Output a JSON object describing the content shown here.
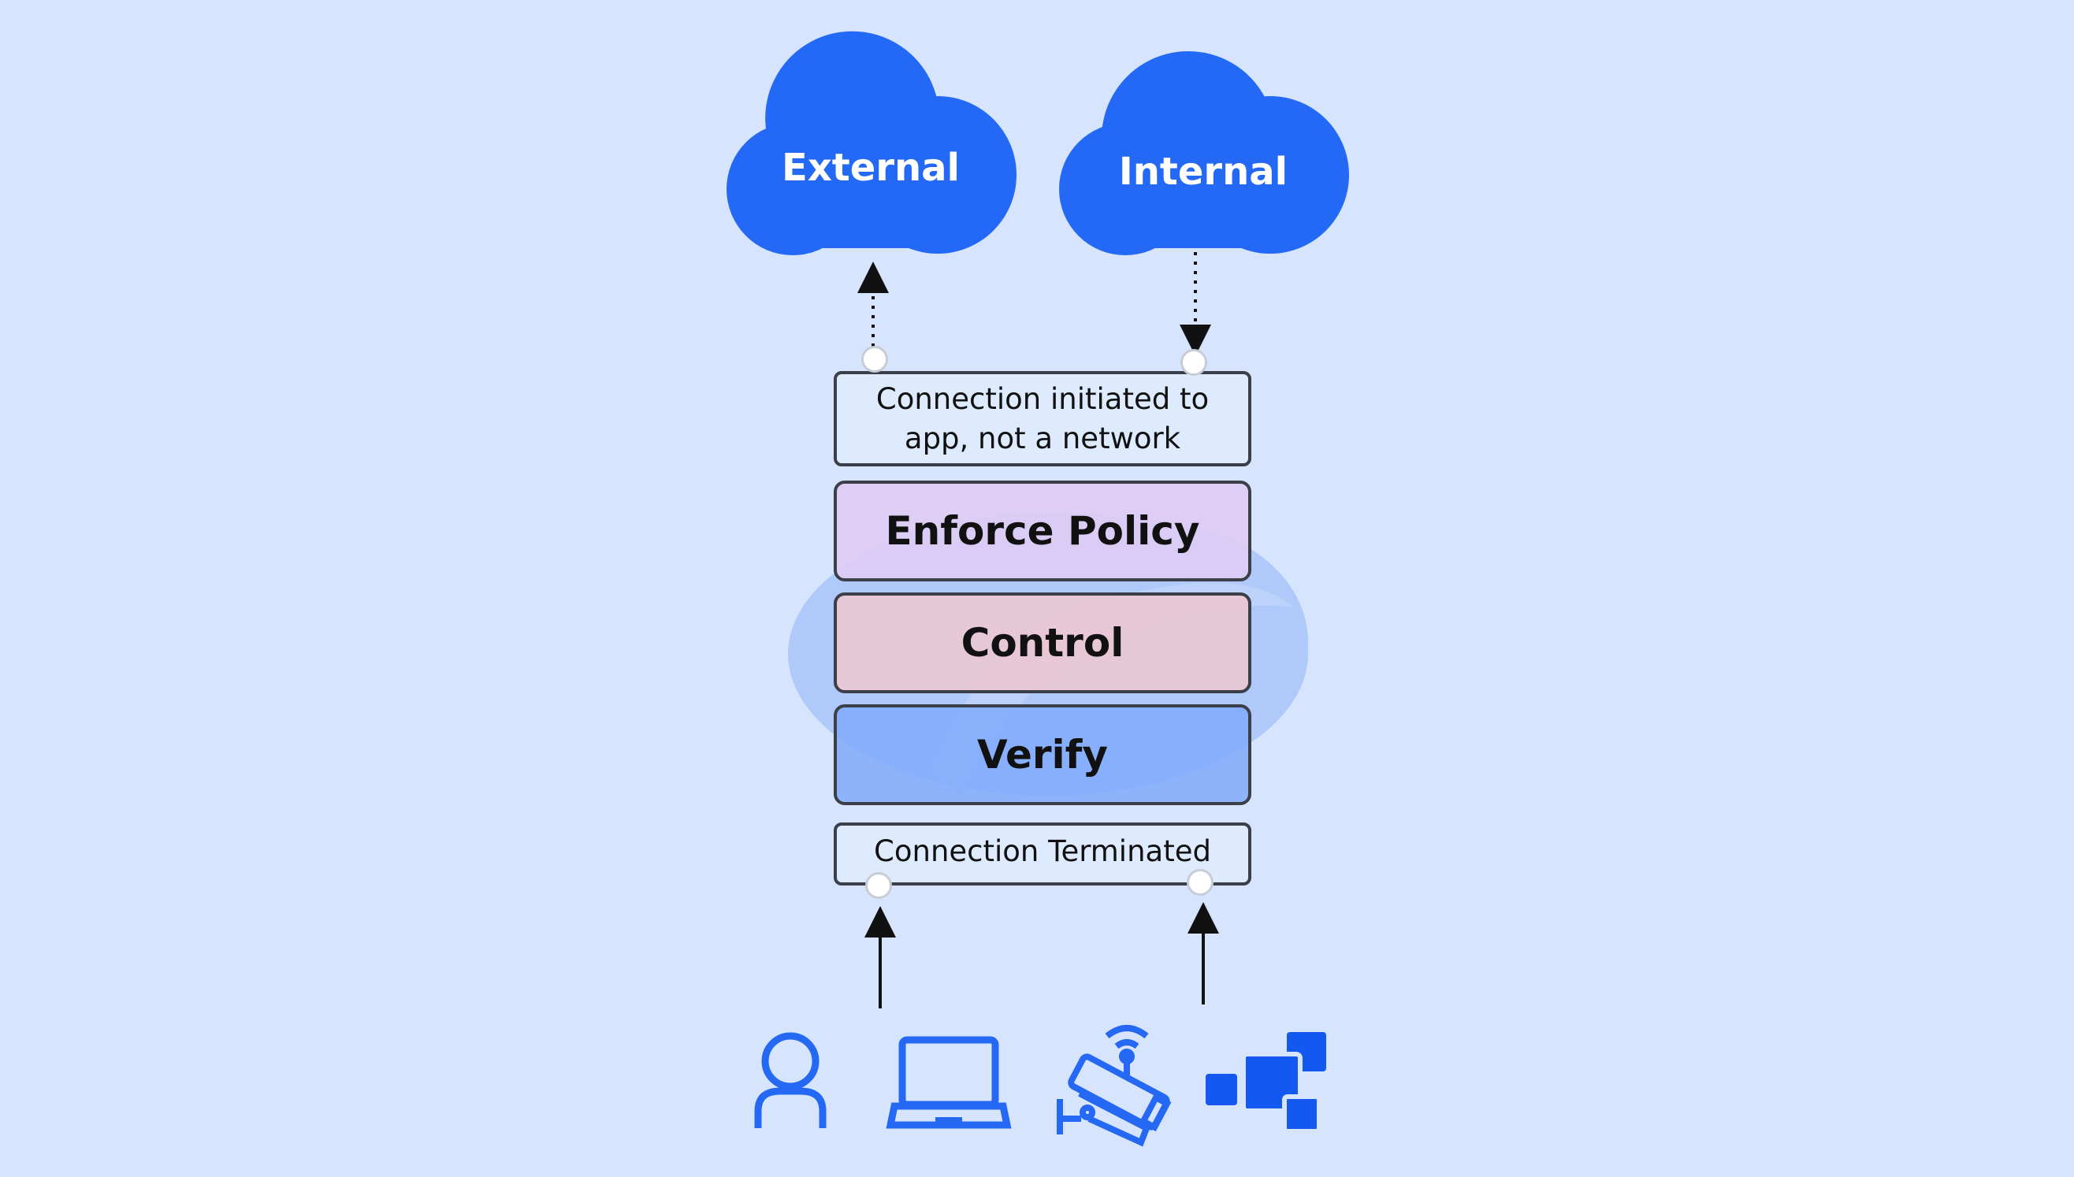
{
  "clouds": {
    "external": {
      "label": "External"
    },
    "internal": {
      "label": "Internal"
    }
  },
  "stack": {
    "top_box": "Connection initiated to app, not a network",
    "enforce_policy": "Enforce Policy",
    "control": "Control",
    "verify": "Verify",
    "bottom_box": "Connection Terminated"
  },
  "icons": [
    "user-icon",
    "laptop-icon",
    "cctv-camera-icon",
    "apps-icon"
  ],
  "colors": {
    "background": "#d6e4fd",
    "cloud": "#2369f5",
    "icon": "#2468f4",
    "policy": "#decdf5",
    "control": "#ecc6d2",
    "verify": "#80aafa"
  }
}
